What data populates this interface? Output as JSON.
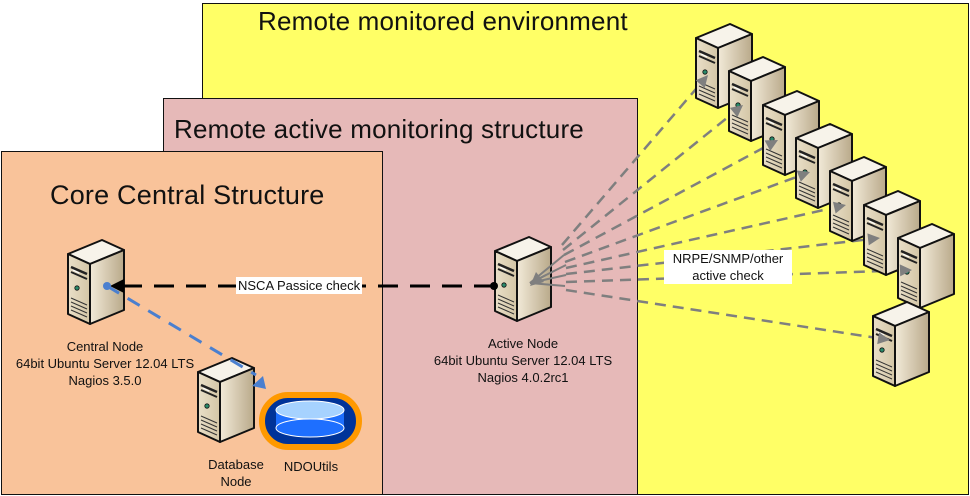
{
  "regions": {
    "remote_monitored": {
      "title": "Remote monitored environment",
      "color": "#ffff66"
    },
    "remote_active": {
      "title": "Remote active monitoring structure",
      "color": "#e6b9b8"
    },
    "core_central": {
      "title": "Core Central Structure",
      "color": "#f9c39a"
    }
  },
  "nodes": {
    "central": {
      "name": "Central Node",
      "os": "64bit Ubuntu Server 12.04 LTS",
      "software": "Nagios 3.5.0"
    },
    "active": {
      "name": "Active Node",
      "os": "64bit Ubuntu Server 12.04 LTS",
      "software": "Nagios 4.0.2rc1"
    },
    "database": {
      "name_line1": "Database",
      "name_line2": "Node"
    },
    "ndoutils": {
      "name": "NDOUtils"
    }
  },
  "connections": {
    "passive": {
      "label": "NSCA Passice check",
      "color": "#000000"
    },
    "active_checks": {
      "label_line1": "NRPE/SNMP/other",
      "label_line2": "active check",
      "color": "#7f7f7f"
    },
    "db_link": {
      "color": "#4a7fcf"
    }
  },
  "remote_server_count": 8,
  "icons": {
    "server": "server-tower-icon",
    "database": "database-cylinder-icon"
  }
}
